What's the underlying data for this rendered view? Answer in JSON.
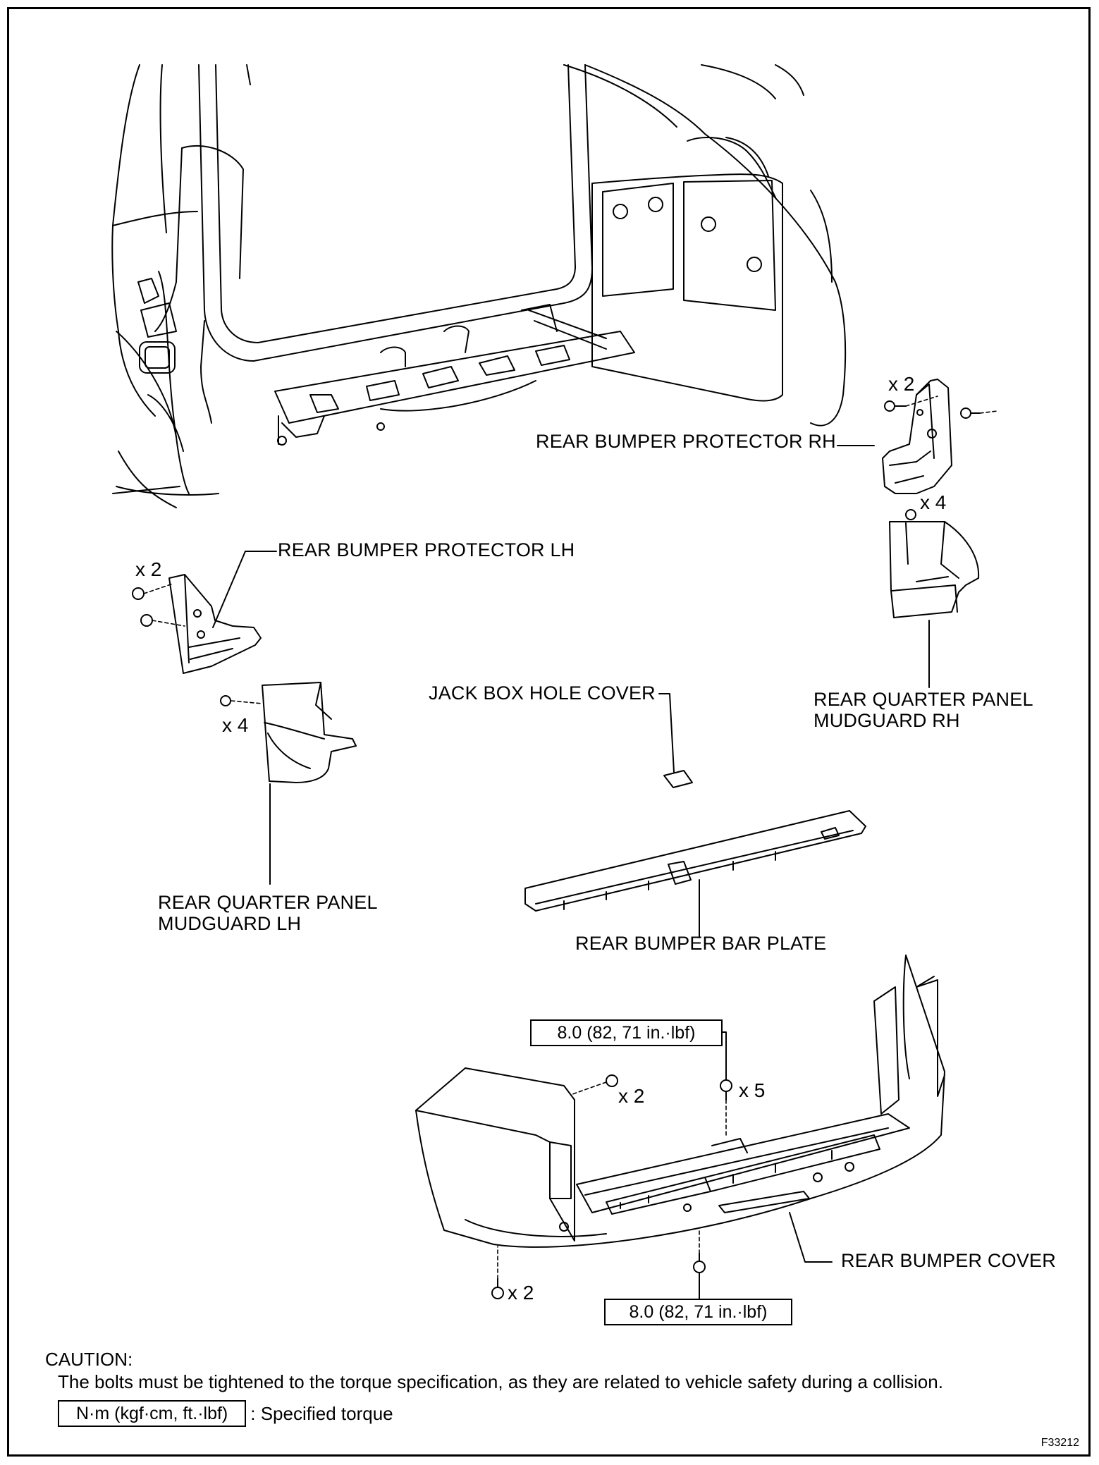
{
  "labels": {
    "protector_rh": "REAR BUMPER PROTECTOR RH",
    "protector_lh": "REAR BUMPER PROTECTOR LH",
    "jack_box_cover": "JACK BOX HOLE COVER",
    "mudguard_rh_line1": "REAR QUARTER PANEL",
    "mudguard_rh_line2": "MUDGUARD RH",
    "mudguard_lh_line1": "REAR QUARTER PANEL",
    "mudguard_lh_line2": "MUDGUARD LH",
    "bar_plate": "REAR BUMPER BAR PLATE",
    "bumper_cover": "REAR BUMPER COVER"
  },
  "quantities": {
    "rh_protector": "x 2",
    "rh_mudguard": "x 4",
    "lh_protector": "x 2",
    "lh_mudguard": "x 4",
    "cover_side_clip": "x 2",
    "cover_top_bolt": "x 5",
    "cover_bottom_screw": "x 2"
  },
  "torque": {
    "top": "8.0 (82, 71 in.·lbf)",
    "bottom": "8.0 (82, 71 in.·lbf)"
  },
  "caution": {
    "title": "CAUTION:",
    "text": "The bolts must be tightened to the torque specification, as they are related to vehicle safety during a collision."
  },
  "legend": {
    "unit": "N·m (kgf·cm, ft.·lbf)",
    "description": ": Specified torque"
  },
  "figure_id": "F33212",
  "colors": {
    "line": "#000000",
    "background": "#ffffff"
  }
}
